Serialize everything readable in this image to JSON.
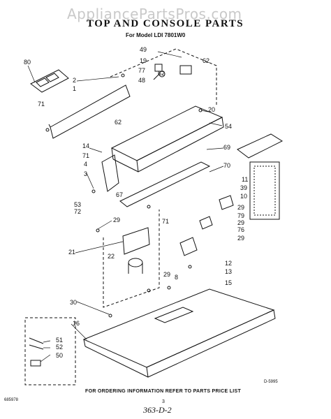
{
  "watermark": "AppliancePartsPros.com",
  "title": "TOP AND CONSOLE PARTS",
  "subtitle": "For Model LDI 7801W0",
  "footer": "FOR ORDERING INFORMATION REFER TO PARTS PRICE LIST",
  "page_number": "3",
  "handwritten_note": "363-D-2",
  "doc_number": "685978",
  "figure_code": "D-5995",
  "callouts": [
    "80",
    "2",
    "1",
    "71",
    "49",
    "19",
    "77",
    "48",
    "62",
    "62",
    "20",
    "62",
    "54",
    "14",
    "71",
    "4",
    "3",
    "69",
    "70",
    "11",
    "39",
    "10",
    "67",
    "53",
    "72",
    "29",
    "71",
    "29",
    "79",
    "29",
    "76",
    "29",
    "21",
    "22",
    "29",
    "8",
    "12",
    "13",
    "15",
    "30",
    "16",
    "51",
    "52",
    "50"
  ]
}
